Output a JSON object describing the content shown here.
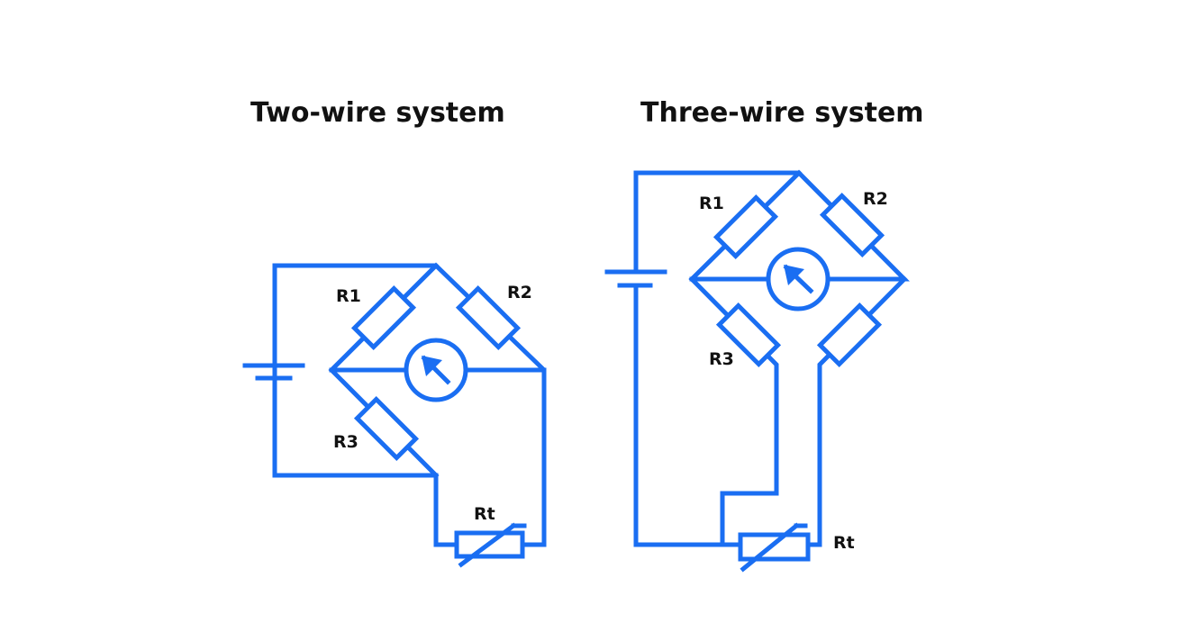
{
  "diagrams": {
    "two_wire": {
      "title": "Two-wire system",
      "labels": {
        "r1": "R1",
        "r2": "R2",
        "r3": "R3",
        "rt": "Rt"
      }
    },
    "three_wire": {
      "title": "Three-wire system",
      "labels": {
        "r1": "R1",
        "r2": "R2",
        "r3": "R3",
        "rt": "Rt"
      }
    }
  },
  "colors": {
    "wire": "#1a6ef2",
    "text": "#111111",
    "background": "#ffffff"
  }
}
